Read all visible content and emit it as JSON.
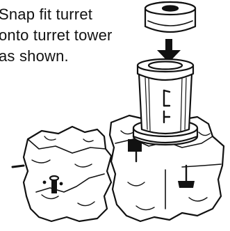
{
  "instruction": {
    "lines": [
      "Snap fit turret",
      "onto turret tower",
      "as shown."
    ]
  },
  "illustration": {
    "parts": [
      "turret-cap",
      "down-arrow",
      "turret-tower",
      "rock-base-left",
      "rock-base-right"
    ],
    "ink_color": "#111111",
    "paper_color": "#ffffff"
  }
}
